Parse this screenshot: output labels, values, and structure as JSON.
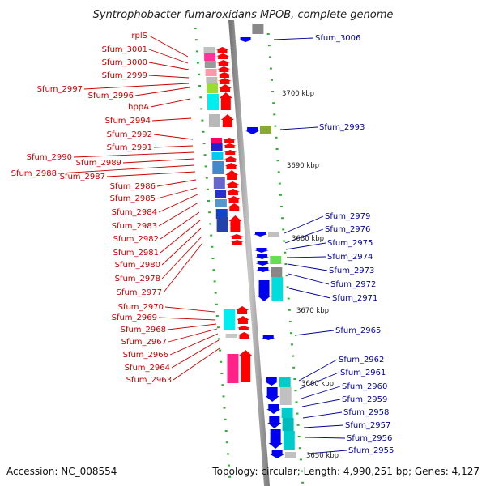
{
  "title": "Syntrophobacter fumaroxidans MPOB, complete genome",
  "footer": {
    "accession": "Accession: NC_008554",
    "summary": "Topology: circular; Length: 4,990,251 bp; Genes: 4,127"
  },
  "kbp_labels": [
    "3700 kbp",
    "3690 kbp",
    "3680 kbp",
    "3670 kbp",
    "3660 kbp",
    "3650 kbp"
  ],
  "left_genes": [
    "rplS",
    "Sfum_3001",
    "Sfum_3000",
    "Sfum_2999",
    "Sfum_2997",
    "Sfum_2996",
    "hppA",
    "Sfum_2994",
    "Sfum_2992",
    "Sfum_2991",
    "Sfum_2990",
    "Sfum_2989",
    "Sfum_2988",
    "Sfum_2987",
    "Sfum_2986",
    "Sfum_2985",
    "Sfum_2984",
    "Sfum_2983",
    "Sfum_2982",
    "Sfum_2981",
    "Sfum_2980",
    "Sfum_2978",
    "Sfum_2977",
    "Sfum_2970",
    "Sfum_2969",
    "Sfum_2968",
    "Sfum_2967",
    "Sfum_2966",
    "Sfum_2964",
    "Sfum_2963"
  ],
  "right_genes": [
    "Sfum_3006",
    "Sfum_2993",
    "Sfum_2979",
    "Sfum_2976",
    "Sfum_2975",
    "Sfum_2974",
    "Sfum_2973",
    "Sfum_2972",
    "Sfum_2971",
    "Sfum_2965",
    "Sfum_2962",
    "Sfum_2961",
    "Sfum_2960",
    "Sfum_2959",
    "Sfum_2958",
    "Sfum_2957",
    "Sfum_2956",
    "Sfum_2955"
  ],
  "colors": {
    "forward_strand": "#ff0000",
    "reverse_strand": "#0000ee",
    "left_label": "#cc0000",
    "right_label": "#000099",
    "backbone": "#999999"
  }
}
